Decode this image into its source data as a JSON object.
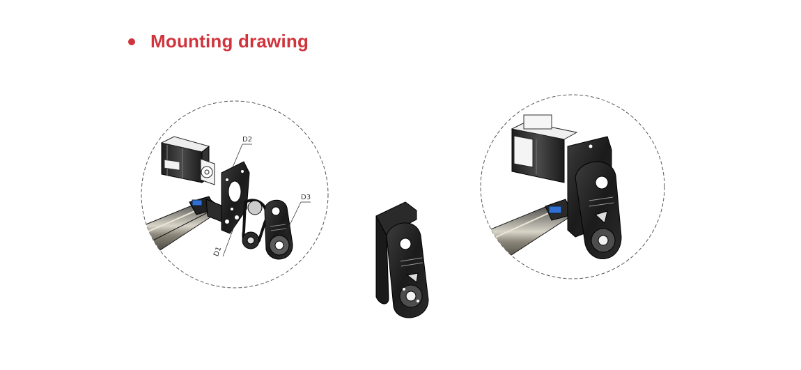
{
  "header": {
    "title": "Mounting drawing",
    "accent_color": "#d0333b"
  },
  "callouts": {
    "d1": "D1",
    "d2": "D2",
    "d3": "D3"
  },
  "icons": {
    "bullet": "red-dot-icon"
  }
}
